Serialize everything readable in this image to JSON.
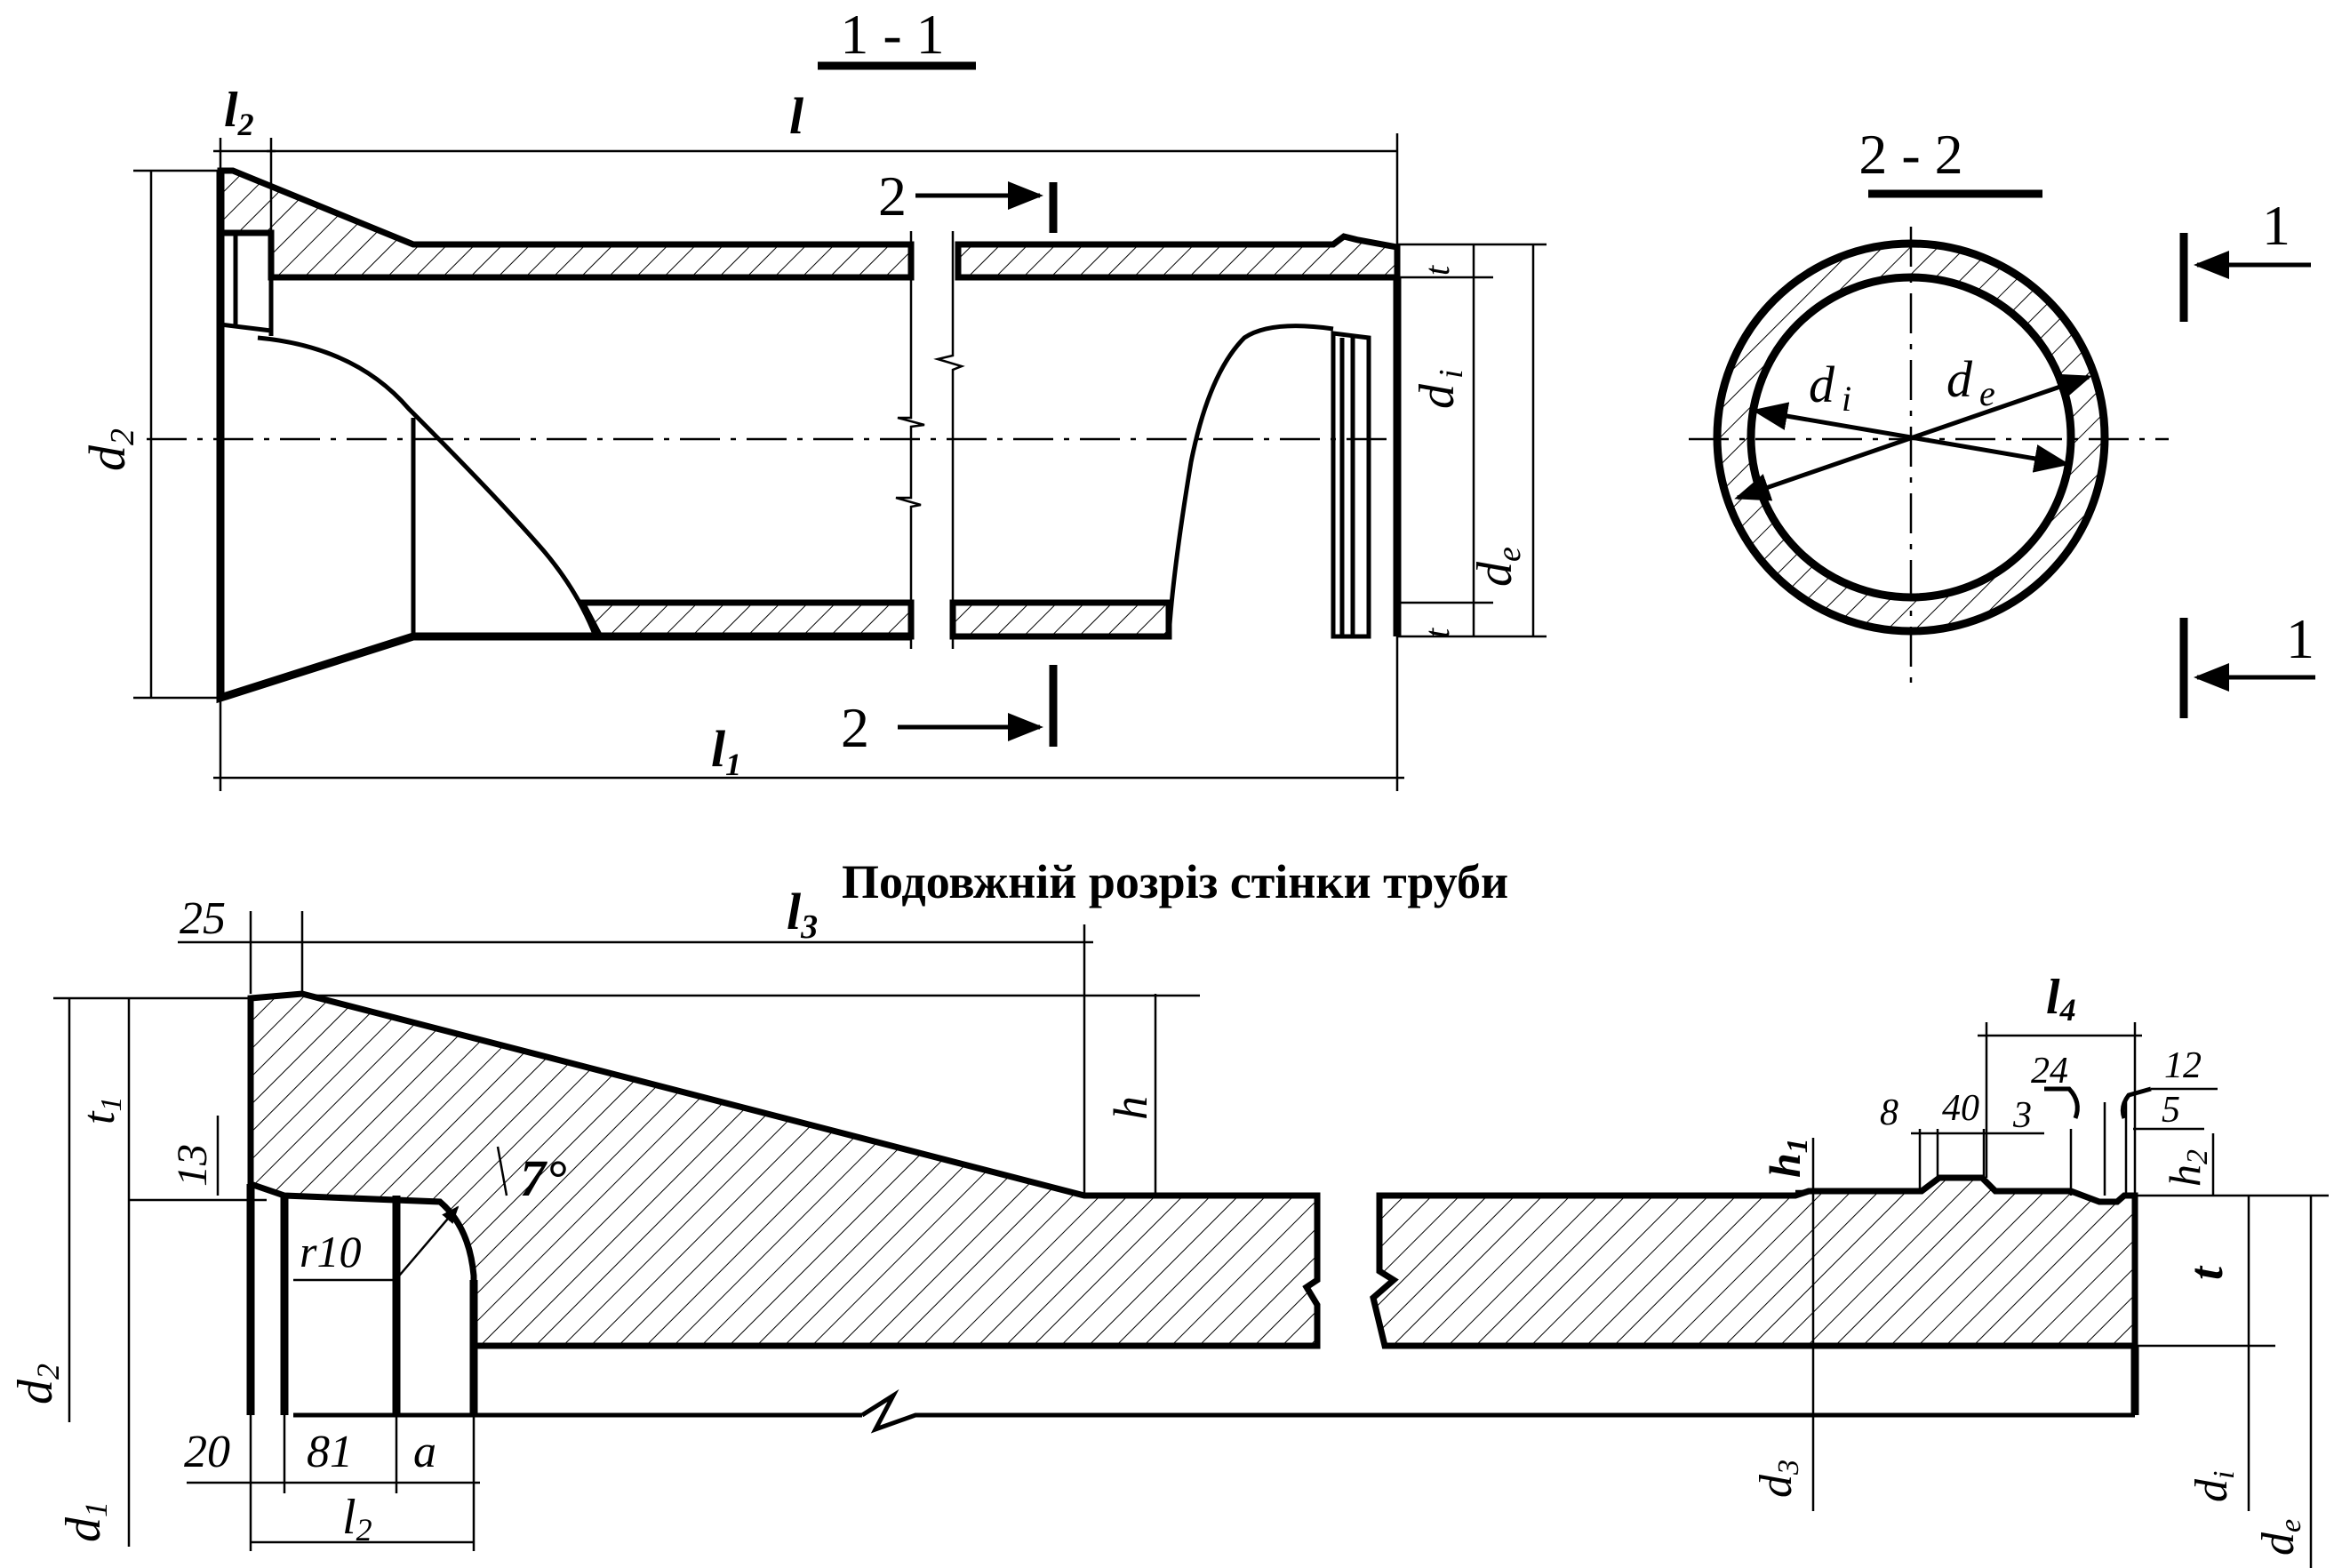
{
  "sections": {
    "s11": "1 - 1",
    "s22": "2 - 2",
    "cut2": "2",
    "cut1": "1"
  },
  "labels": {
    "l": "l",
    "l2": "l",
    "l2_sub": "2",
    "l1": "l",
    "l1_sub": "1",
    "l3": "l",
    "l3_sub": "3",
    "l4": "l",
    "l4_sub": "4",
    "t": "t",
    "t1": "t",
    "t1_sub": "1",
    "d2": "d",
    "d2_sub": "2",
    "d1": "d",
    "d1_sub": "1",
    "d3": "d",
    "d3_sub": "3",
    "di": "d",
    "di_sub": "i",
    "de": "d",
    "de_sub": "e",
    "h": "h",
    "h1": "h",
    "h1_sub": "1",
    "h2": "h",
    "h2_sub": "2",
    "a": "a",
    "r10": "r10",
    "angle": "7°"
  },
  "dims": {
    "d25": "25",
    "d13": "13",
    "d20": "20",
    "d81": "81",
    "d8": "8",
    "d40": "40",
    "d3": "3",
    "d24": "24",
    "d12": "12",
    "d5": "5"
  },
  "title": "Подовжній розріз стінки труби"
}
